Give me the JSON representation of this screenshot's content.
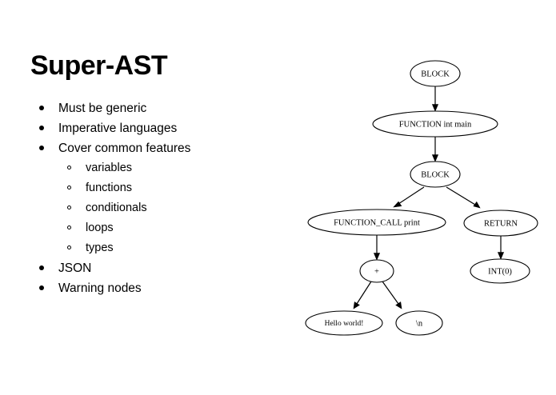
{
  "slide": {
    "title": "Super-AST",
    "background_color": "#ffffff",
    "text_color": "#000000"
  },
  "bullets": [
    {
      "label": "Must be generic",
      "level": 1,
      "marker": "filled-dot"
    },
    {
      "label": "Imperative languages",
      "level": 1,
      "marker": "filled-dot"
    },
    {
      "label": "Cover common features",
      "level": 1,
      "marker": "filled-dot"
    },
    {
      "label": "variables",
      "level": 2,
      "marker": "hollow-circle"
    },
    {
      "label": "functions",
      "level": 2,
      "marker": "hollow-circle"
    },
    {
      "label": "conditionals",
      "level": 2,
      "marker": "hollow-circle"
    },
    {
      "label": "loops",
      "level": 2,
      "marker": "hollow-circle"
    },
    {
      "label": "types",
      "level": 2,
      "marker": "hollow-circle"
    },
    {
      "label": "JSON",
      "level": 1,
      "marker": "filled-dot"
    },
    {
      "label": "Warning nodes",
      "level": 1,
      "marker": "filled-dot"
    }
  ],
  "graph": {
    "type": "tree",
    "node_shape": "ellipse",
    "edge_style": "directed-arrow",
    "nodes": {
      "block_root": "BLOCK",
      "function_main": "FUNCTION int main",
      "block_body": "BLOCK",
      "function_call": "FUNCTION_CALL print",
      "return": "RETURN",
      "plus": "+",
      "int_zero": "INT(0)",
      "hello_world": "Hello world!",
      "newline": "\\n"
    },
    "edges": [
      {
        "from": "BLOCK",
        "to": "FUNCTION int main"
      },
      {
        "from": "FUNCTION int main",
        "to": "BLOCK"
      },
      {
        "from": "BLOCK",
        "to": "FUNCTION_CALL print"
      },
      {
        "from": "BLOCK",
        "to": "RETURN"
      },
      {
        "from": "FUNCTION_CALL print",
        "to": "+"
      },
      {
        "from": "RETURN",
        "to": "INT(0)"
      },
      {
        "from": "+",
        "to": "Hello world!"
      },
      {
        "from": "+",
        "to": "\\n"
      }
    ]
  }
}
